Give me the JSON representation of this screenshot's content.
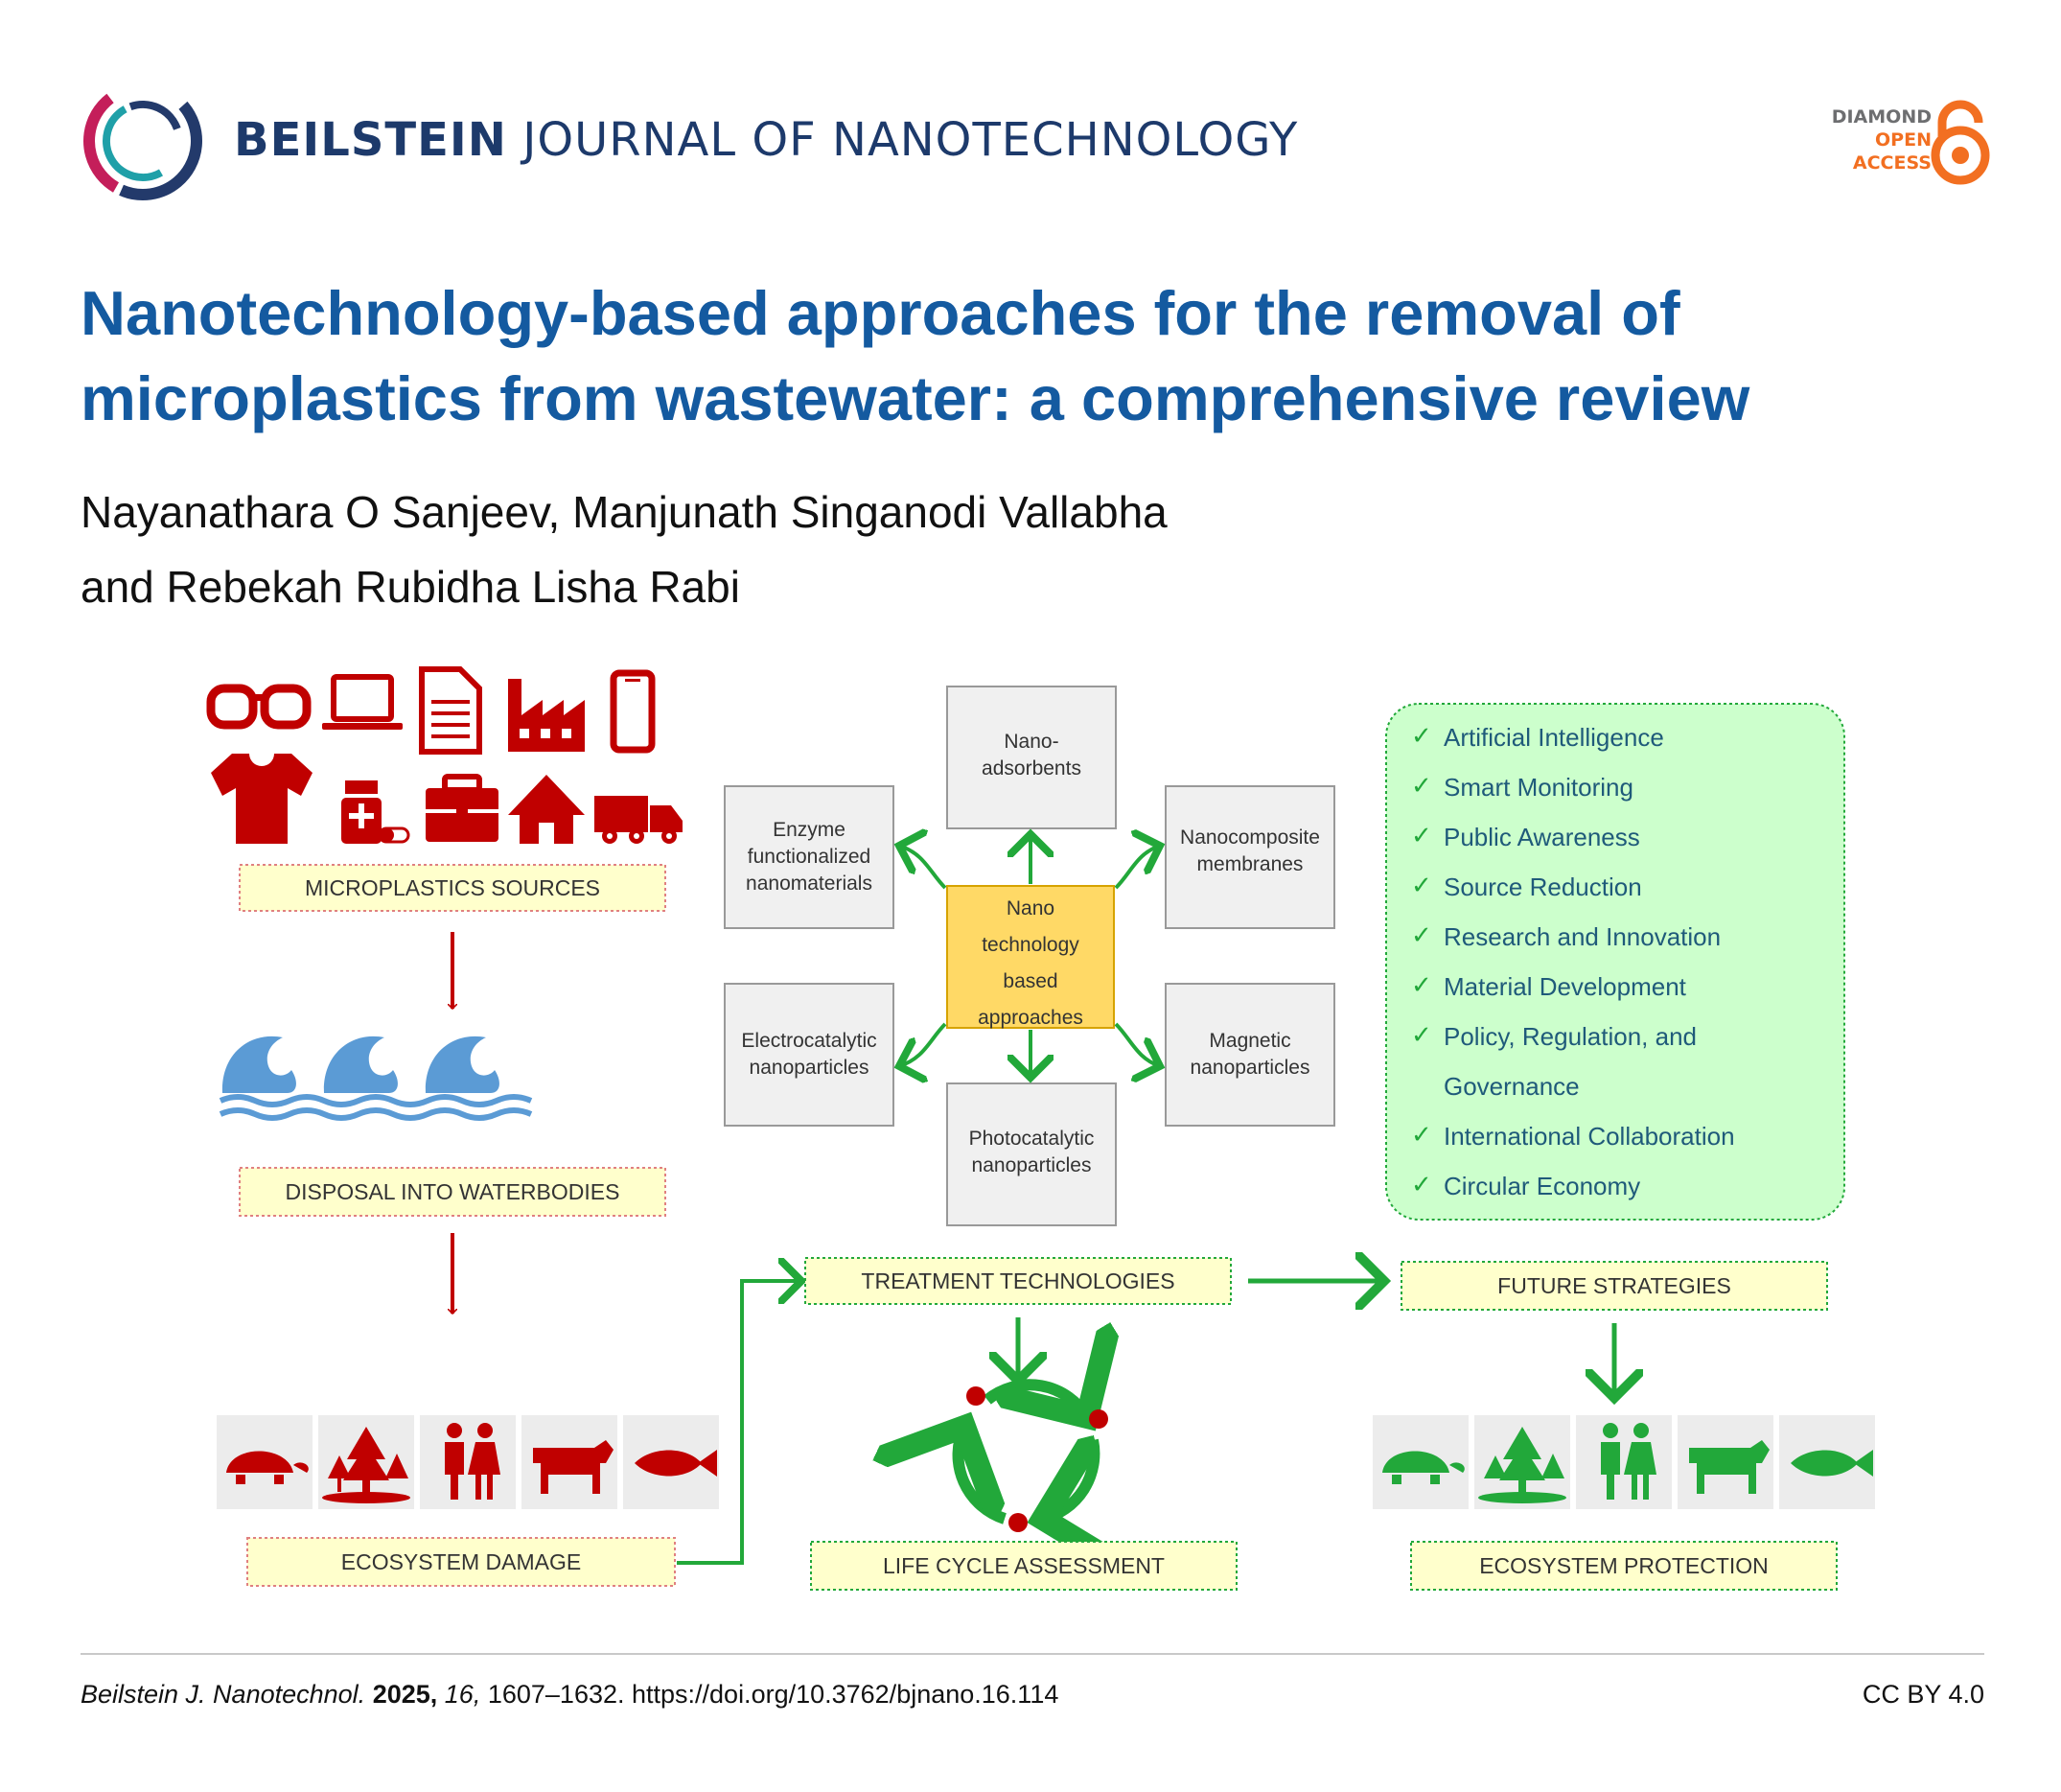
{
  "header": {
    "journal_bold": "BEILSTEIN",
    "journal_rest": "JOURNAL OF NANOTECHNOLOGY",
    "oa_line1": "DIAMOND",
    "oa_line2": "OPEN",
    "oa_line3": "ACCESS"
  },
  "article": {
    "title_line1": "Nanotechnology-based approaches for the removal of",
    "title_line2": "microplastics from wastewater: a comprehensive review",
    "authors_line1": "Nayanathara O Sanjeev, Manjunath Singanodi Vallabha",
    "authors_line2": "and Rebekah Rubidha Lisha Rabi"
  },
  "figure": {
    "labels": {
      "sources": "MICROPLASTICS SOURCES",
      "disposal": "DISPOSAL INTO WATERBODIES",
      "damage": "ECOSYSTEM DAMAGE",
      "treatment": "TREATMENT TECHNOLOGIES",
      "future": "FUTURE STRATEGIES",
      "lca": "LIFE CYCLE ASSESSMENT",
      "protection": "ECOSYSTEM PROTECTION"
    },
    "center": [
      "Nano",
      "technology",
      "based",
      "approaches"
    ],
    "nano_boxes": {
      "adsorbents": [
        "Nano-",
        "adsorbents"
      ],
      "enzyme": [
        "Enzyme",
        "functionalized",
        "nanomaterials"
      ],
      "membranes": [
        "Nanocomposite",
        "membranes"
      ],
      "electro": [
        "Electrocatalytic",
        "nanoparticles"
      ],
      "magnetic": [
        "Magnetic",
        "nanoparticles"
      ],
      "photo": [
        "Photocatalytic",
        "nanoparticles"
      ]
    },
    "strategies": [
      "Artificial Intelligence",
      "Smart Monitoring",
      "Public Awareness",
      "Source Reduction",
      "Research and Innovation",
      "Material Development",
      "Policy, Regulation, and",
      "Governance",
      "International Collaboration",
      "Circular Economy"
    ],
    "colors": {
      "red": "#c00000",
      "green": "#22a83a",
      "blue_wave": "#5b9bd5",
      "label_fill": "#ffffcc",
      "center_fill": "#ffd966",
      "strategy_fill": "#ccffcc"
    }
  },
  "footer": {
    "journal_abbrev": "Beilstein J. Nanotechnol.",
    "year": "2025,",
    "volume": "16,",
    "pages_doi": "1607–1632. https://doi.org/10.3762/bjnano.16.114",
    "license": "CC BY 4.0"
  }
}
